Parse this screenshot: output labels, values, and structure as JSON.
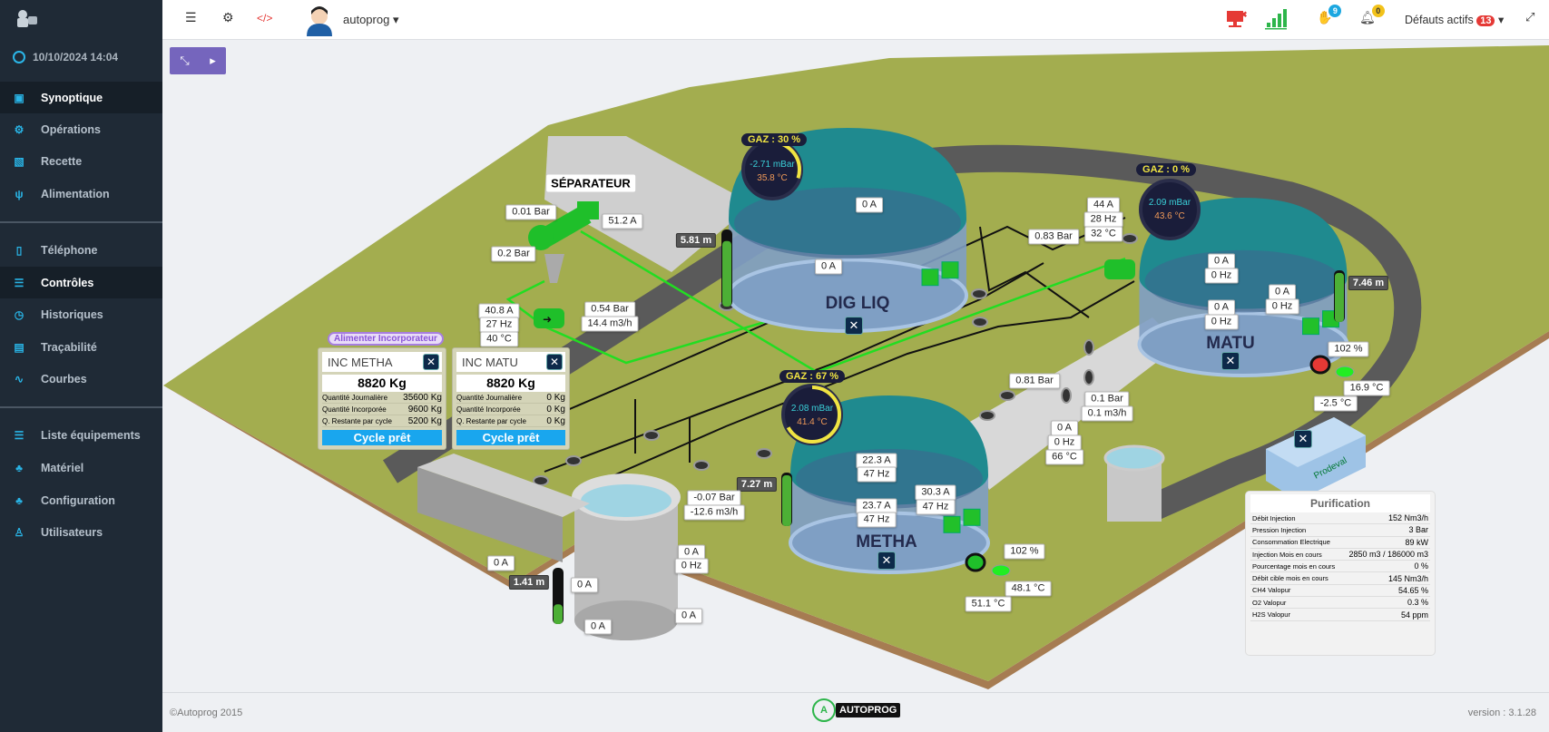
{
  "sidebar": {
    "datetime": "10/10/2024 14:04",
    "items": [
      {
        "label": "Synoptique",
        "icon": "image-icon"
      },
      {
        "label": "Opérations",
        "icon": "gears-icon"
      },
      {
        "label": "Recette",
        "icon": "picture-icon"
      },
      {
        "label": "Alimentation",
        "icon": "utensils-icon"
      },
      {
        "label": "Téléphone",
        "icon": "phone-icon"
      },
      {
        "label": "Contrôles",
        "icon": "list-icon"
      },
      {
        "label": "Historiques",
        "icon": "clock-icon"
      },
      {
        "label": "Traçabilité",
        "icon": "book-icon"
      },
      {
        "label": "Courbes",
        "icon": "line-chart-icon"
      },
      {
        "label": "Liste équipements",
        "icon": "list-icon"
      },
      {
        "label": "Matériel",
        "icon": "sitemap-icon"
      },
      {
        "label": "Configuration",
        "icon": "sitemap-icon"
      },
      {
        "label": "Utilisateurs",
        "icon": "users-icon"
      }
    ],
    "active": "Synoptique",
    "highlighted": "Contrôles"
  },
  "header": {
    "user": "autoprog",
    "hands_badge": "9",
    "bell_badge": "0",
    "defauts_label": "Défauts actifs",
    "defauts_count": "13"
  },
  "separator": {
    "title": "SÉPARATEUR",
    "pressure_in": "0.01 Bar",
    "current": "51.2 A",
    "pressure_out": "0.2 Bar"
  },
  "feed_pump": {
    "current": "40.8 A",
    "freq": "27 Hz",
    "temp": "40 °C",
    "pressure": "0.54 Bar",
    "flow": "14.4 m3/h"
  },
  "dig_liq": {
    "name": "DIG LIQ",
    "gaz": "GAZ : 30 %",
    "gaz_pct": 30,
    "pressure": "-2.71 mBar",
    "temp": "35.8 °C",
    "level": "5.81 m",
    "level_fill": 0.85,
    "agitator1": "0 A",
    "agitator2": "0 A"
  },
  "matu": {
    "name": "MATU",
    "gaz": "GAZ : 0 %",
    "gaz_pct": 0,
    "pressure": "2.09 mBar",
    "temp": "43.6 °C",
    "level": "7.46 m",
    "level_fill": 0.95,
    "agit1_a": "0 A",
    "agit1_hz": "0 Hz",
    "agit2_a": "0 A",
    "agit2_hz": "0 Hz",
    "agit3_a": "0 A",
    "agit3_hz": "0 Hz",
    "pump_current": "44 A",
    "pump_freq": "28 Hz",
    "pump_temp": "32 °C",
    "pump_pressure": "0.83 Bar",
    "heater_pct": "102 %",
    "heater_temp_out": "16.9 °C",
    "heater_temp_in": "-2.5 °C"
  },
  "metha": {
    "name": "METHA",
    "gaz": "GAZ : 67 %",
    "gaz_pct": 67,
    "pressure": "2.08 mBar",
    "temp": "41.4 °C",
    "level": "7.27 m",
    "level_fill": 0.95,
    "agit1_a": "22.3 A",
    "agit1_hz": "47 Hz",
    "agit2_a": "30.3 A",
    "agit2_hz": "47 Hz",
    "agit3_a": "23.7 A",
    "agit3_hz": "47 Hz",
    "heater_pct": "102 %",
    "heater_temp_out": "48.1 °C",
    "heater_temp_in": "51.1 °C"
  },
  "compressor": {
    "pressure": "0.81 Bar",
    "out_pressure": "0.1 Bar",
    "out_flow": "0.1 m3/h",
    "current": "0 A",
    "freq": "0 Hz",
    "temp": "66 °C"
  },
  "pit": {
    "pressure": "-0.07 Bar",
    "flow": "-12.6 m3/h",
    "level": "1.41 m",
    "level_fill": 0.35,
    "screw": "0 A",
    "mixer1": "0 A",
    "mixer2": "0 A",
    "pump_a": "0 A",
    "pump_hz": "0 Hz",
    "mixer3": "0 A"
  },
  "incorporateur": {
    "button": "Alimenter Incorporateur",
    "panels": [
      {
        "name": "INC METHA",
        "weight": "8820 Kg",
        "rows": [
          {
            "label": "Quantité Journalière",
            "value": "35600 Kg"
          },
          {
            "label": "Quantité Incorporée",
            "value": "9600 Kg"
          },
          {
            "label": "Q. Restante par cycle",
            "value": "5200 Kg"
          }
        ],
        "status": "Cycle prêt"
      },
      {
        "name": "INC MATU",
        "weight": "8820 Kg",
        "rows": [
          {
            "label": "Quantité Journalière",
            "value": "0 Kg"
          },
          {
            "label": "Quantité Incorporée",
            "value": "0 Kg"
          },
          {
            "label": "Q. Restante par cycle",
            "value": "0 Kg"
          }
        ],
        "status": "Cycle prêt"
      }
    ]
  },
  "purification": {
    "title": "Purification",
    "brand": "Prodeval",
    "rows": [
      {
        "label": "Débit Injection",
        "value": "152 Nm3/h"
      },
      {
        "label": "Pression Injection",
        "value": "3 Bar"
      },
      {
        "label": "Consommation Electrique",
        "value": "89 kW"
      },
      {
        "label": "Injection Mois en cours",
        "value": "2850 m3 / 186000 m3"
      },
      {
        "label": "Pourcentage mois en cours",
        "value": "0 %"
      },
      {
        "label": "Débit cible mois en cours",
        "value": "145 Nm3/h"
      },
      {
        "label": "CH4 Valopur",
        "value": "54.65 %"
      },
      {
        "label": "O2 Valopur",
        "value": "0.3 %"
      },
      {
        "label": "H2S Valopur",
        "value": "54 ppm"
      }
    ]
  },
  "footer": {
    "copyright": "©Autoprog 2015",
    "logo": "AUTOPROG",
    "version": "version : 3.1.28"
  },
  "colors": {
    "sidebar": "#1f2a36",
    "accent": "#29b4e6",
    "collapse_button": "#7565bd",
    "ground": "#a3ad4f",
    "tank_dome": "#1f8a8f",
    "gauge_arc": "#f0e442",
    "pipe_active": "#22dd22",
    "alarm": "#e53935"
  }
}
